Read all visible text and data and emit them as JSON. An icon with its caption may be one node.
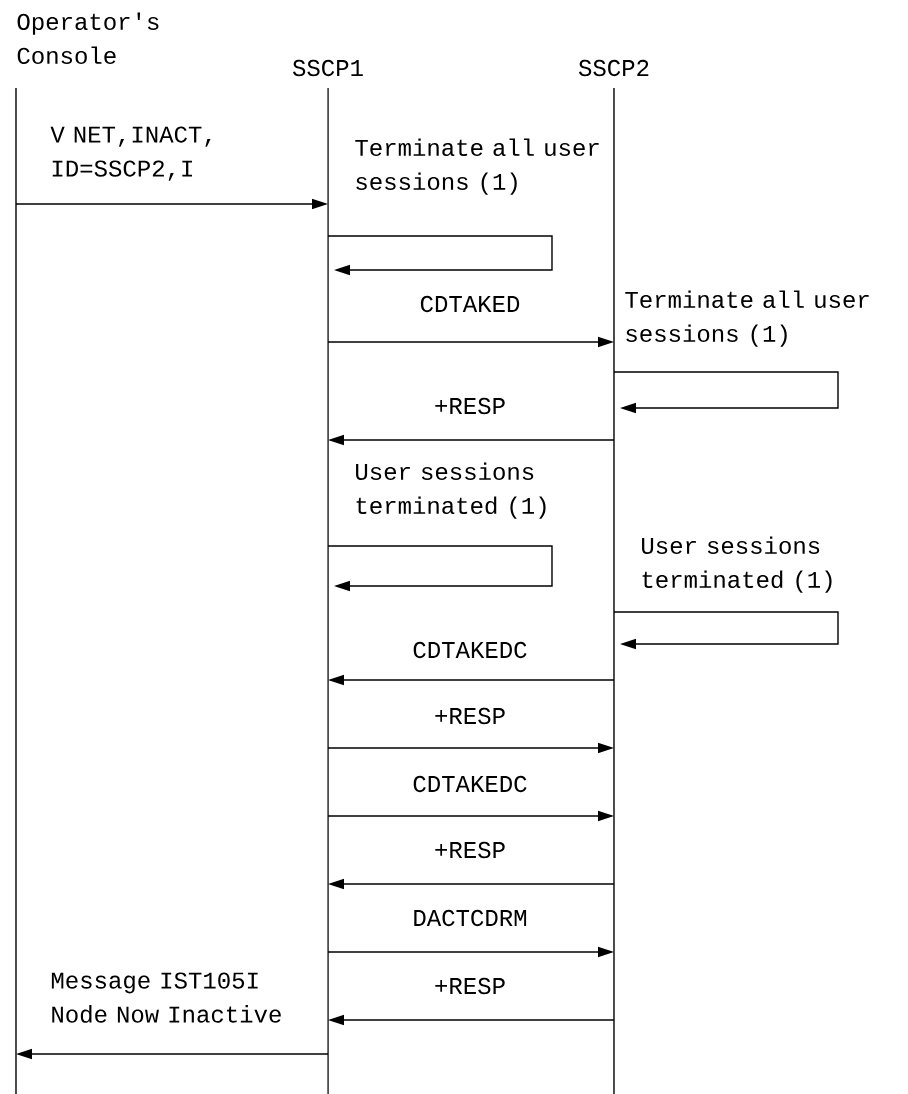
{
  "diagram": {
    "nodes": [
      {
        "text": [
          "Operator's Console"
        ]
      },
      {
        "text": [
          "SSCP1"
        ]
      },
      {
        "text": [
          "SSCP2"
        ]
      }
    ],
    "edges": [
      {
        "from": 0,
        "to": 1,
        "arrow": "to",
        "label": "V NET,INACT, ID=SSCP2,I"
      },
      {
        "from": 1,
        "to": 1,
        "arrow": "to",
        "label": "Terminate all user sessions (1)"
      },
      {
        "from": 1,
        "to": 2,
        "arrow": "to",
        "label": "CDTAKED"
      },
      {
        "from": 2,
        "to": 2,
        "arrow": "to",
        "label": "Terminate all user sessions (1)"
      },
      {
        "from": 2,
        "to": 1,
        "arrow": "to",
        "label": "+RESP"
      },
      {
        "from": 1,
        "to": 1,
        "arrow": "to",
        "label": "User sessions terminated (1)"
      },
      {
        "from": 2,
        "to": 2,
        "arrow": "to",
        "label": "User sessions terminated (1)"
      },
      {
        "from": 2,
        "to": 1,
        "arrow": "to",
        "label": "CDTAKEDC"
      },
      {
        "from": 1,
        "to": 2,
        "arrow": "to",
        "label": "+RESP"
      },
      {
        "from": 1,
        "to": 2,
        "arrow": "to",
        "label": "CDTAKEDC"
      },
      {
        "from": 2,
        "to": 1,
        "arrow": "to",
        "label": "+RESP"
      },
      {
        "from": 1,
        "to": 2,
        "arrow": "to",
        "label": "DACTCDRM"
      },
      {
        "from": 2,
        "to": 1,
        "arrow": "to",
        "label": "+RESP"
      },
      {
        "from": 1,
        "to": 0,
        "arrow": "to",
        "label": "Message IST105I Node Now Inactive"
      }
    ]
  }
}
